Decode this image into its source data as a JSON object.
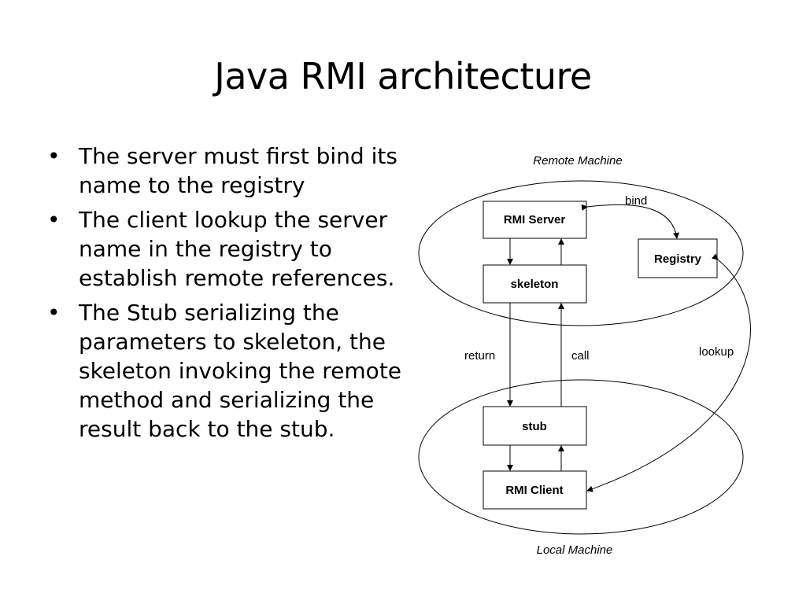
{
  "title": "Java RMI architecture",
  "bullets": [
    {
      "marker": "•",
      "text": "The server must first bind its name to the registry"
    },
    {
      "marker": "•",
      "text": "The client lookup the server name in the registry to establish remote references."
    },
    {
      "marker": "•",
      "text": "The Stub serializing the parameters to skeleton, the skeleton invoking the remote method and serializing the result back to the stub."
    }
  ],
  "diagram": {
    "regions": {
      "remote": "Remote Machine",
      "local": "Local Machine"
    },
    "nodes": {
      "rmi_server": "RMI Server",
      "registry": "Registry",
      "skeleton": "skeleton",
      "stub": "stub",
      "rmi_client": "RMI Client"
    },
    "edges": {
      "bind": "bind",
      "lookup": "lookup",
      "return": "return",
      "call": "call"
    }
  }
}
